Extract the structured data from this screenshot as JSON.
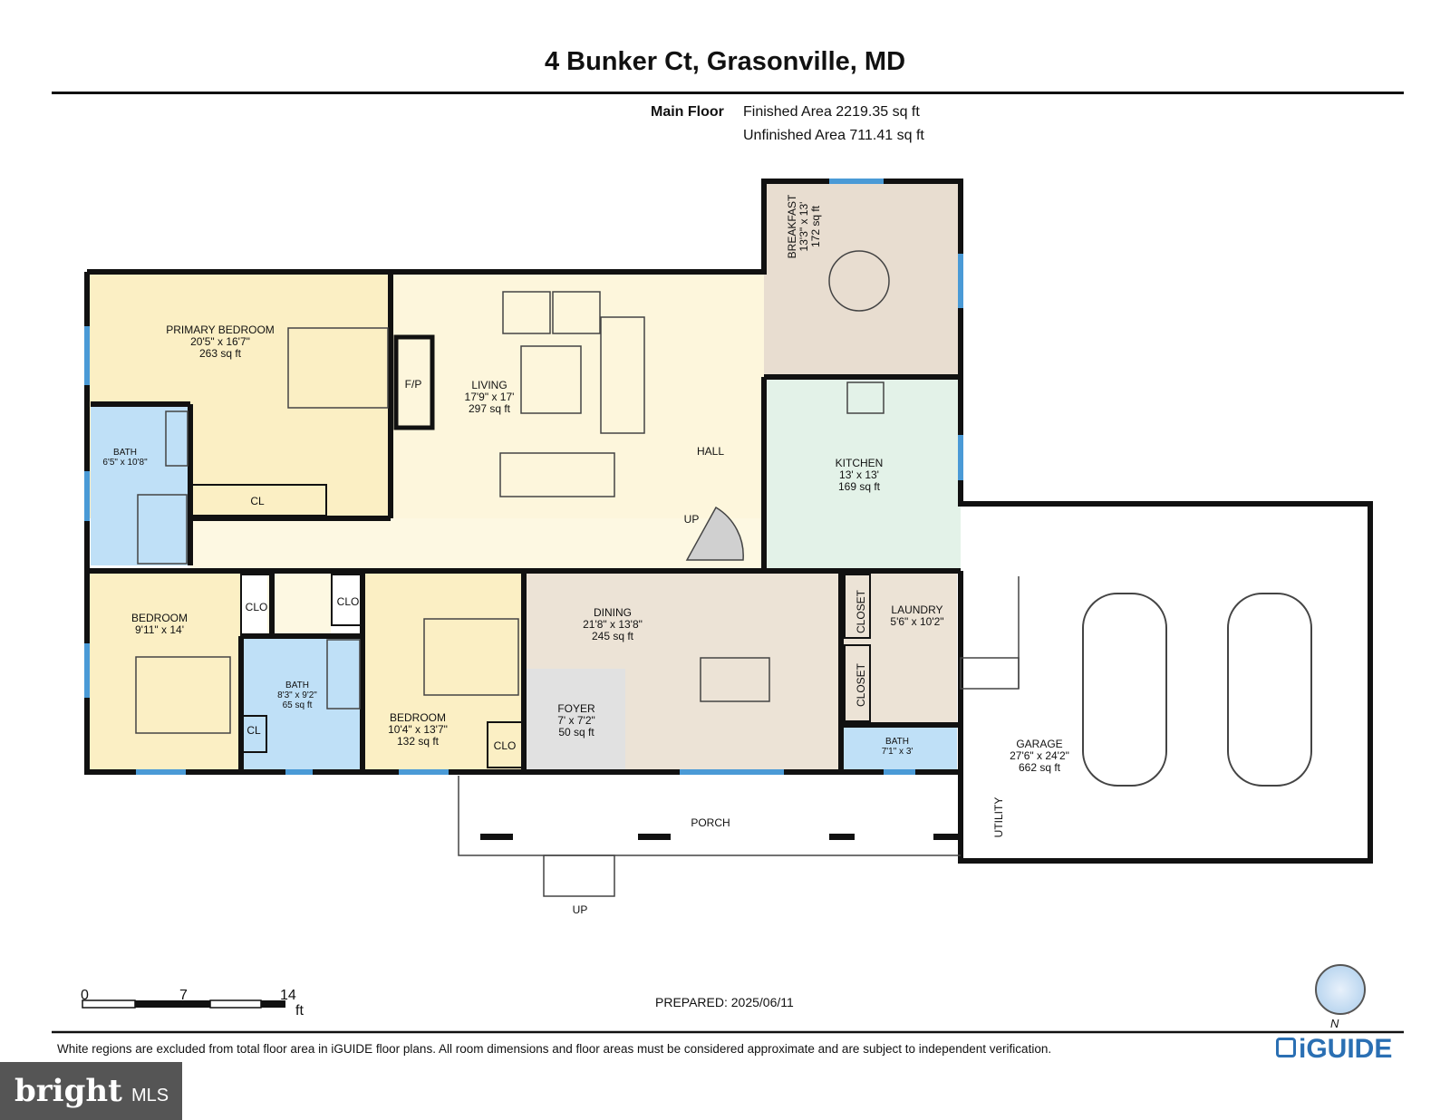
{
  "header": {
    "title": "4 Bunker Ct, Grasonville, MD",
    "floor_label": "Main Floor",
    "finished_area": "Finished Area 2219.35 sq ft",
    "unfinished_area": "Unfinished Area 711.41 sq ft"
  },
  "rooms": {
    "primary_bedroom": {
      "name": "PRIMARY BEDROOM",
      "dims": "20'5\" x 16'7\"",
      "area": "263 sq ft"
    },
    "living": {
      "name": "LIVING",
      "dims": "17'9\" x 17'",
      "area": "297 sq ft"
    },
    "breakfast": {
      "name": "BREAKFAST",
      "dims": "13'3\" x 13'",
      "area": "172 sq ft"
    },
    "kitchen": {
      "name": "KITCHEN",
      "dims": "13' x 13'",
      "area": "169 sq ft"
    },
    "bath_primary": {
      "name": "BATH",
      "dims": "6'5\" x 10'8\""
    },
    "bedroom_1": {
      "name": "BEDROOM",
      "dims": "9'11\" x 14'"
    },
    "bath_2": {
      "name": "BATH",
      "dims": "8'3\" x 9'2\"",
      "area": "65 sq ft"
    },
    "bedroom_2": {
      "name": "BEDROOM",
      "dims": "10'4\" x 13'7\"",
      "area": "132 sq ft"
    },
    "dining": {
      "name": "DINING",
      "dims": "21'8\" x 13'8\"",
      "area": "245 sq ft"
    },
    "foyer": {
      "name": "FOYER",
      "dims": "7' x 7'2\"",
      "area": "50 sq ft"
    },
    "laundry": {
      "name": "LAUNDRY",
      "dims": "5'6\" x 10'2\""
    },
    "bath_3": {
      "name": "BATH",
      "dims": "7'1\" x 3'"
    },
    "garage": {
      "name": "GARAGE",
      "dims": "27'6\" x 24'2\"",
      "area": "662 sq ft"
    }
  },
  "labels": {
    "fp": "F/P",
    "hall": "HALL",
    "up_hall": "UP",
    "cl_primary": "CL",
    "clo_1": "CLO",
    "clo_2": "CLO",
    "cl_small": "CL",
    "clo_3": "CLO",
    "closet_1": "CLOSET",
    "closet_2": "CLOSET",
    "porch": "PORCH",
    "up_porch": "UP",
    "utility": "UTILITY"
  },
  "scale": {
    "t0": "0",
    "t1": "7",
    "t2": "14",
    "unit": "ft"
  },
  "footer": {
    "prepared": "PREPARED: 2025/06/11",
    "disclaimer": "White regions are excluded from total floor area in iGUIDE floor plans. All room dimensions and floor areas must be considered approximate and are subject to independent verification.",
    "brand": "iGUIDE",
    "compass_letter": "N",
    "mls_a": "bright",
    "mls_b": "MLS"
  },
  "colors": {
    "bedroom": "#fbefc4",
    "living": "#fdf6dc",
    "breakfast": "#e8ddd0",
    "kitchen": "#e3f2e8",
    "bath": "#bfe0f7",
    "dining": "#ece3d6",
    "foyer": "#e1e1e1",
    "hall": "#fdf8e2",
    "window": "#4a9ad6",
    "wall": "#111111"
  }
}
